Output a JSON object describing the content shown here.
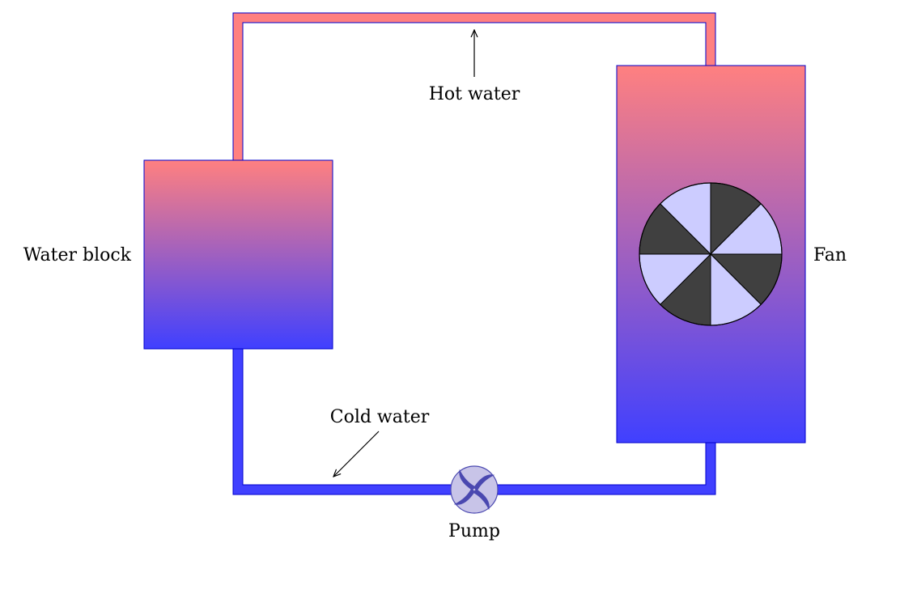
{
  "labels": {
    "hot_water": "Hot water",
    "cold_water": "Cold water",
    "water_block": "Water block",
    "fan": "Fan",
    "pump": "Pump"
  },
  "colors": {
    "hot": "#ff8080",
    "cold": "#4040ff",
    "outline": "#0000cc",
    "fan_dark": "#404040",
    "fan_light": "#ccccff",
    "pump_fill": "#c8c4e8",
    "pump_blade": "#4a48b0"
  }
}
